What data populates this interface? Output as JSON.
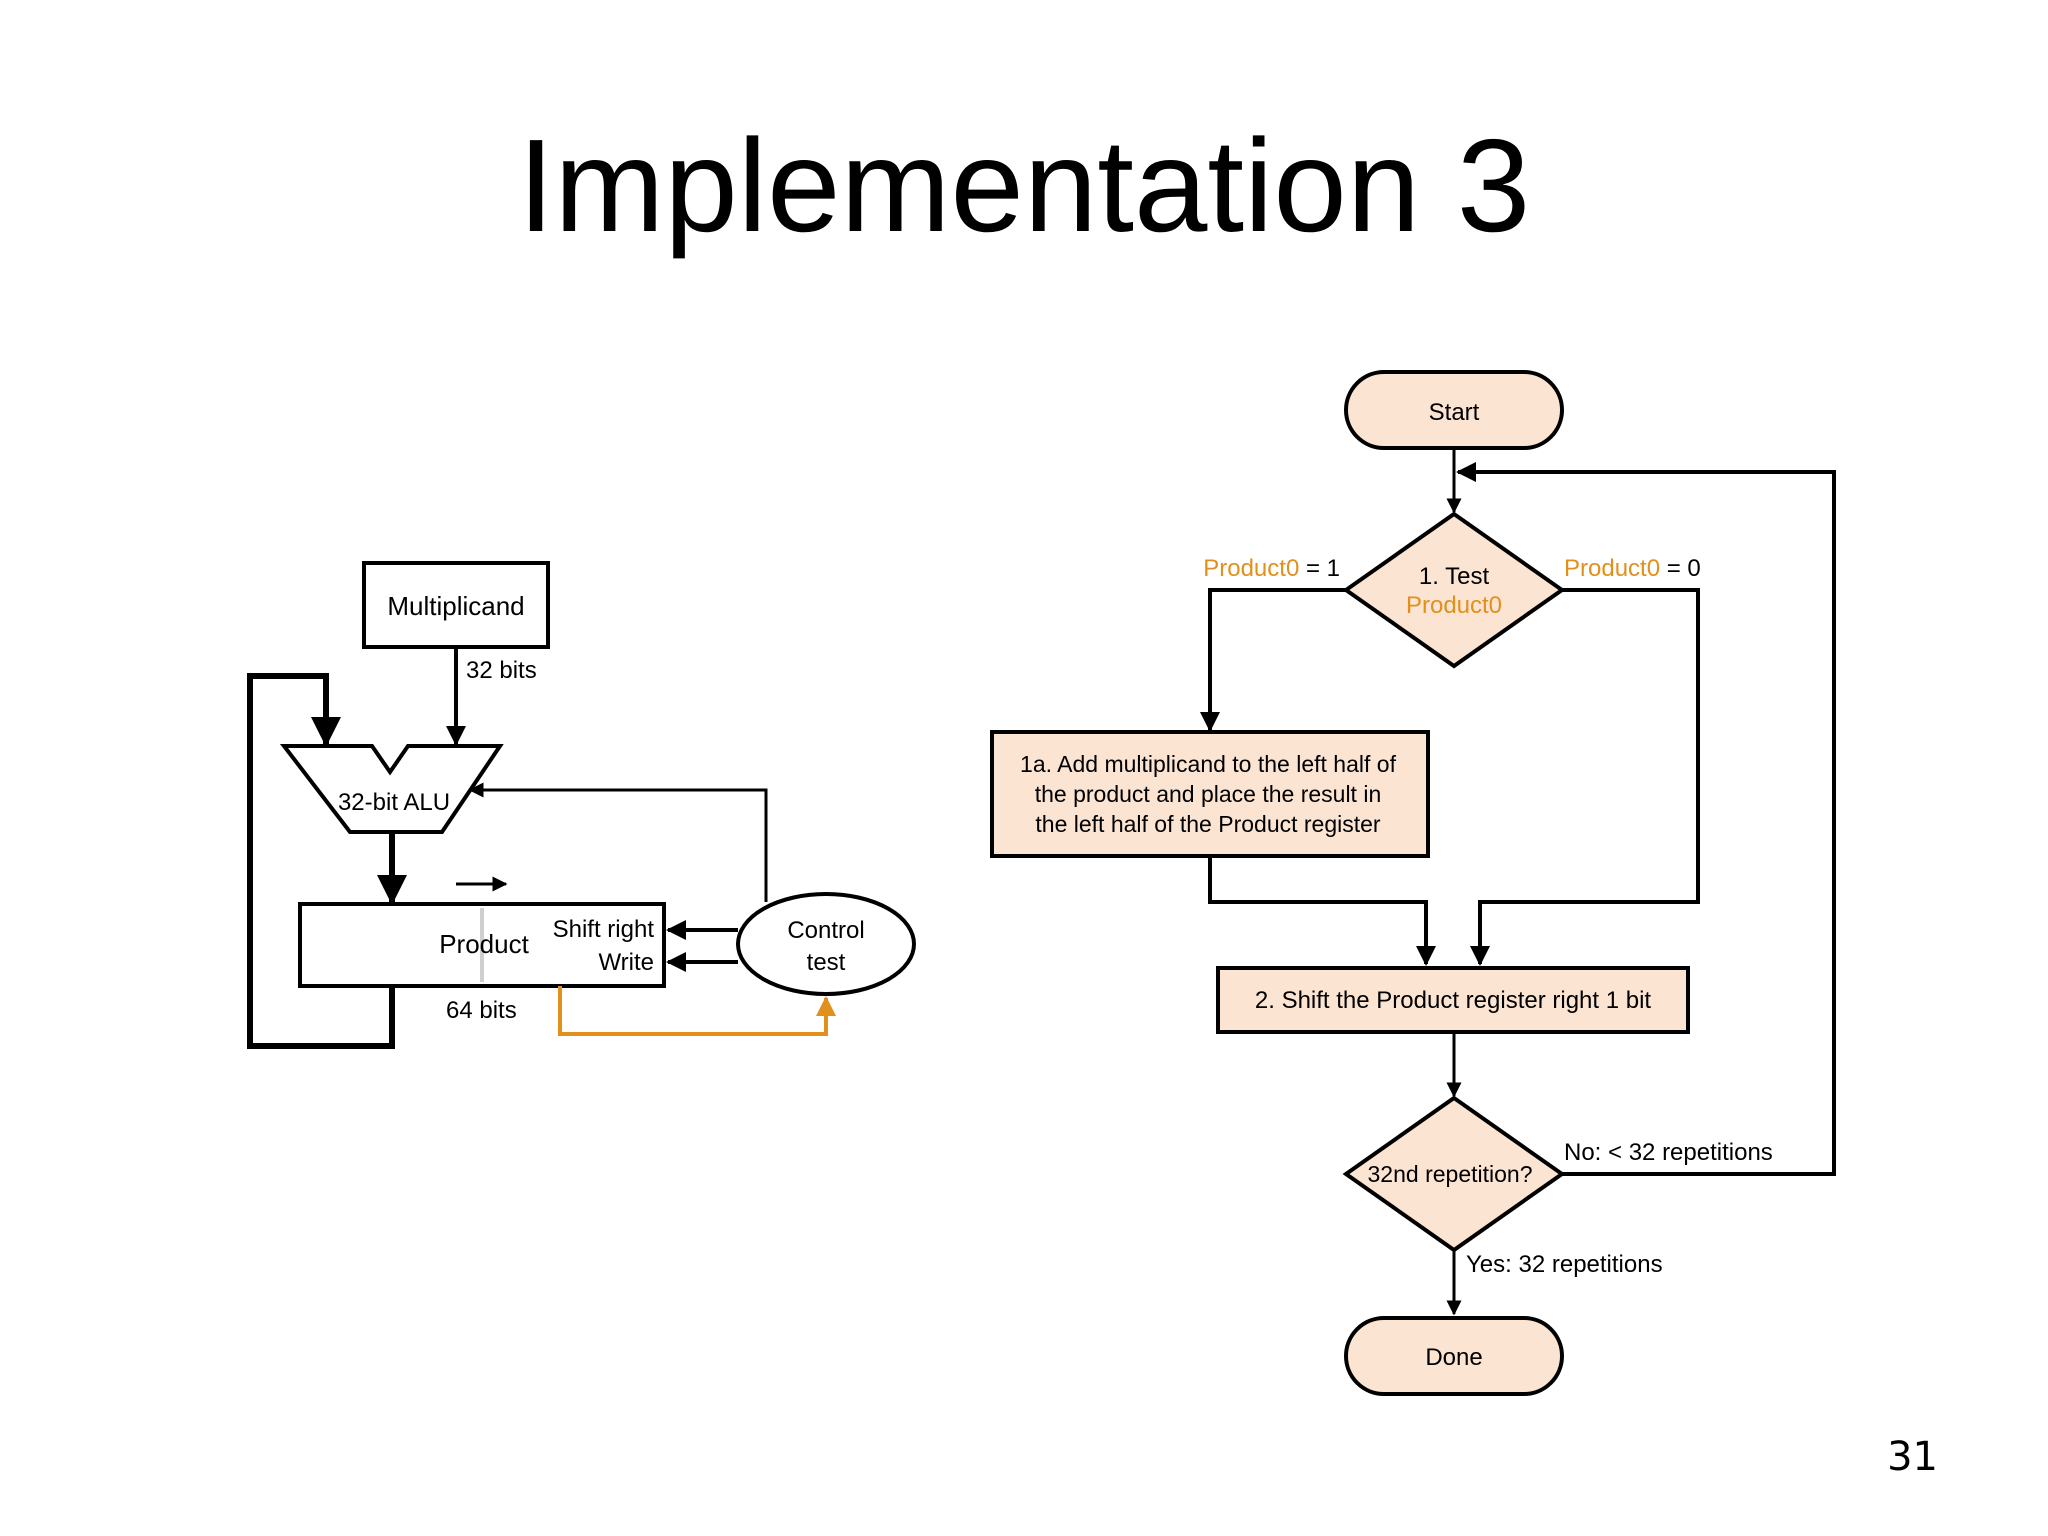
{
  "slide": {
    "title": "Implementation 3",
    "page_number": "31"
  },
  "hardware": {
    "multiplicand": "Multiplicand",
    "bus_32": "32 bits",
    "alu": "32-bit ALU",
    "product": "Product",
    "shift_right": "Shift right",
    "write": "Write",
    "bus_64": "64 bits",
    "control_line1": "Control",
    "control_line2": "test"
  },
  "flowchart": {
    "start": "Start",
    "test_line1": "1. Test",
    "test_line2": "Product0",
    "cond_left_var": "Product0",
    "cond_left_val": " = 1",
    "cond_right_var": "Product0",
    "cond_right_val": " = 0",
    "step1a_line1": "1a. Add multiplicand to the left half of",
    "step1a_line2": "the product and place the result in",
    "step1a_line3": "the left half of the Product register",
    "step2": "2. Shift the Product register right 1 bit",
    "repetition": "32nd repetition?",
    "no_label": "No:  < 32 repetitions",
    "yes_label": "Yes:  32 repetitions",
    "done": "Done"
  },
  "colors": {
    "box_fill": "#fbe4d2",
    "accent": "#e2901c",
    "stroke": "#000000"
  }
}
